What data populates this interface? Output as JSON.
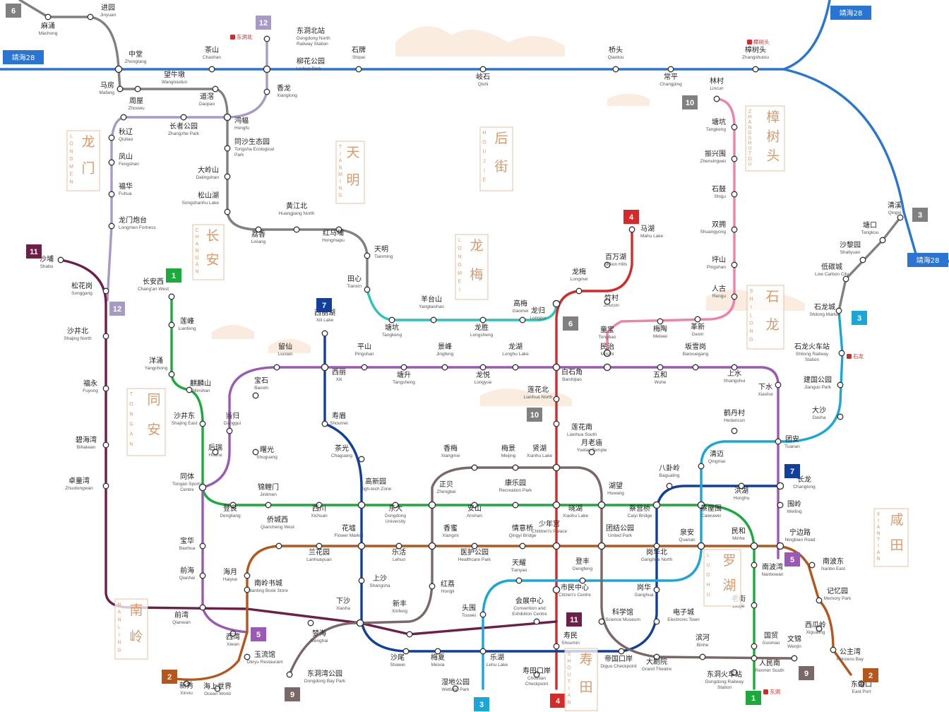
{
  "colors": {
    "bus": "#2a74d4",
    "l1": "#1daa3c",
    "l2": "#b5561c",
    "l3": "#1ba6d8",
    "l4": "#d42a2a",
    "l5": "#9b59b6",
    "l6": "#808080",
    "l7": "#123f9c",
    "l9": "#7a6868",
    "l10": "#ee82a8",
    "l11": "#6d1f48",
    "l12": "#a89ac6",
    "l6b": "#2cc2b8"
  },
  "icons": [
    "train-station-icon",
    "transfer-station-icon"
  ],
  "bus_labels": [
    {
      "id": "bus-left",
      "text": "靖海28"
    },
    {
      "id": "bus-top-right",
      "text": "靖海28"
    },
    {
      "id": "bus-right",
      "text": "靖海28"
    }
  ],
  "line_badges": [
    {
      "text": "6",
      "color": "#808080"
    },
    {
      "text": "12",
      "color": "#a89ac6"
    },
    {
      "text": "12",
      "color": "#a89ac6"
    },
    {
      "text": "10",
      "color": "#808080"
    },
    {
      "text": "3",
      "color": "#808080"
    },
    {
      "text": "11",
      "color": "#6d1f48"
    },
    {
      "text": "1",
      "color": "#1daa3c"
    },
    {
      "text": "7",
      "color": "#123f9c"
    },
    {
      "text": "4",
      "color": "#d42a2a"
    },
    {
      "text": "6",
      "color": "#808080"
    },
    {
      "text": "10",
      "color": "#808080"
    },
    {
      "text": "3",
      "color": "#1ba6d8"
    },
    {
      "text": "7",
      "color": "#123f9c"
    },
    {
      "text": "5",
      "color": "#9b59b6"
    },
    {
      "text": "11",
      "color": "#6d1f48"
    },
    {
      "text": "5",
      "color": "#9b59b6"
    },
    {
      "text": "2",
      "color": "#b5561c"
    },
    {
      "text": "9",
      "color": "#7a6868"
    },
    {
      "text": "3",
      "color": "#1ba6d8"
    },
    {
      "text": "4",
      "color": "#d42a2a"
    },
    {
      "text": "1",
      "color": "#1daa3c"
    },
    {
      "text": "9",
      "color": "#7a6868"
    },
    {
      "text": "2",
      "color": "#b5561c"
    }
  ],
  "terminals": [
    {
      "text": "东洞北"
    },
    {
      "text": "樟树头"
    },
    {
      "text": "石龙"
    },
    {
      "text": "东洞"
    }
  ],
  "districts": [
    {
      "cn": "龙门",
      "en": "LONGMEN"
    },
    {
      "cn": "长安",
      "en": "CHANGAN"
    },
    {
      "cn": "天明",
      "en": "TIANMING"
    },
    {
      "cn": "后街",
      "en": "HOUJIE"
    },
    {
      "cn": "龙梅",
      "en": "LONGMEI"
    },
    {
      "cn": "樟树头",
      "en": "ZHANGSHUTOU"
    },
    {
      "cn": "石龙",
      "en": "SHILONG"
    },
    {
      "cn": "同安",
      "en": "TONGAN"
    },
    {
      "cn": "南岭",
      "en": "NANLING"
    },
    {
      "cn": "罗湖",
      "en": "LUOHU"
    },
    {
      "cn": "咸田",
      "en": "XIANTIAN"
    },
    {
      "cn": "寿田",
      "en": "SHOUTIAN"
    }
  ],
  "stations": [
    {
      "cn": "麻涌",
      "en": "Machong"
    },
    {
      "cn": "进园",
      "en": "Jinyuan"
    },
    {
      "cn": "中堂",
      "en": "Zhongtang"
    },
    {
      "cn": "马房",
      "en": "Mafang"
    },
    {
      "cn": "望牛墩",
      "en": "Wangniudun"
    },
    {
      "cn": "道滘",
      "en": "Daojiao"
    },
    {
      "cn": "周屋",
      "en": "Zhouwu"
    },
    {
      "cn": "长者公园",
      "en": "Zhangzhe Park"
    },
    {
      "cn": "茶山",
      "en": "Chashan"
    },
    {
      "cn": "东洞北站",
      "en": "Dongdong North Railway Station"
    },
    {
      "cn": "柳花公园",
      "en": "Liuhua Park"
    },
    {
      "cn": "香龙",
      "en": "Xianglong"
    },
    {
      "cn": "鸿幅",
      "en": "Hongfu"
    },
    {
      "cn": "秋辽",
      "en": "Qiuliao"
    },
    {
      "cn": "凤山",
      "en": "Fengshan"
    },
    {
      "cn": "福华",
      "en": "Fuhua"
    },
    {
      "cn": "龙门炮台",
      "en": "Longmen Fortress"
    },
    {
      "cn": "同沙生态园",
      "en": "Tongsha Ecological Park"
    },
    {
      "cn": "大岭山",
      "en": "Dalingshan"
    },
    {
      "cn": "松山湖",
      "en": "Songshanhu Lake"
    },
    {
      "cn": "荔香",
      "en": "Lixiang"
    },
    {
      "cn": "黄江北",
      "en": "Huangjiang North"
    },
    {
      "cn": "红马埔",
      "en": "Hongmapu"
    },
    {
      "cn": "天明",
      "en": "Tianming"
    },
    {
      "cn": "田心",
      "en": "Tianxin"
    },
    {
      "cn": "石牌",
      "en": "Shipai"
    },
    {
      "cn": "岐石",
      "en": "Qishi"
    },
    {
      "cn": "桥头",
      "en": "Qiaotou"
    },
    {
      "cn": "常平",
      "en": "Changping"
    },
    {
      "cn": "樟树头",
      "en": "Zhangshutou"
    },
    {
      "cn": "林村",
      "en": "Lincun"
    },
    {
      "cn": "塘坑",
      "en": "Tangkeng"
    },
    {
      "cn": "振兴围",
      "en": "Zhenxingwei"
    },
    {
      "cn": "石鼓",
      "en": "Shigu"
    },
    {
      "cn": "双拥",
      "en": "Shuangyong"
    },
    {
      "cn": "坪山",
      "en": "Pingshan"
    },
    {
      "cn": "人古",
      "en": "Rengu"
    },
    {
      "cn": "清溪",
      "en": "Qingxi"
    },
    {
      "cn": "塘口",
      "en": "Tangkou"
    },
    {
      "cn": "沙黎园",
      "en": "Shaliyuan"
    },
    {
      "cn": "低碳城",
      "en": "Low Carbon City"
    },
    {
      "cn": "石龙城",
      "en": "Shilong Market"
    },
    {
      "cn": "马湖",
      "en": "Mahu Lake"
    },
    {
      "cn": "百万湖",
      "en": "Million Hills"
    },
    {
      "cn": "龙梅",
      "en": "Longmei"
    },
    {
      "cn": "竹村",
      "en": "Zhucun"
    },
    {
      "cn": "沙埔",
      "en": "Shabu"
    },
    {
      "cn": "松花岗",
      "en": "Songgang"
    },
    {
      "cn": "沙井北",
      "en": "Shajing North"
    },
    {
      "cn": "福永",
      "en": "Fuyong"
    },
    {
      "cn": "碧海湾",
      "en": "Bihaiwan"
    },
    {
      "cn": "卓童湾",
      "en": "Zhuotongwan"
    },
    {
      "cn": "长安西",
      "en": "Chang'an West"
    },
    {
      "cn": "莲峰",
      "en": "Lianfeng"
    },
    {
      "cn": "洋涌",
      "en": "Yangchong"
    },
    {
      "cn": "麒麟山",
      "en": "Qilinshan"
    },
    {
      "cn": "沙井东",
      "en": "Shajing East"
    },
    {
      "cn": "同体",
      "en": "Tongan Sports Centre"
    },
    {
      "cn": "后瑞",
      "en": "Hourui"
    },
    {
      "cn": "西丽湖",
      "en": "Xili Lake"
    },
    {
      "cn": "塘坑",
      "en": "Tangkeng"
    },
    {
      "cn": "羊台山",
      "en": "Yangtaishan"
    },
    {
      "cn": "龙胜",
      "en": "Longsheng"
    },
    {
      "cn": "高梅",
      "en": "Gaomei"
    },
    {
      "cn": "龙归",
      "en": "Longgui"
    },
    {
      "cn": "童宝",
      "en": "Tongbao"
    },
    {
      "cn": "梅陶",
      "en": "Meiwei"
    },
    {
      "cn": "革新",
      "en": "Gexin"
    },
    {
      "cn": "留仙",
      "en": "Liuxian"
    },
    {
      "cn": "平山",
      "en": "Pingshan"
    },
    {
      "cn": "景峰",
      "en": "Jingfeng"
    },
    {
      "cn": "龙湖",
      "en": "Longhu Lake"
    },
    {
      "cn": "民治",
      "en": "Minzhi"
    },
    {
      "cn": "坂雪岗",
      "en": "Banxuegang"
    },
    {
      "cn": "西丽",
      "en": "Xili"
    },
    {
      "cn": "塘升",
      "en": "Tangsheng"
    },
    {
      "cn": "龙悦",
      "en": "Longyue"
    },
    {
      "cn": "白石角",
      "en": "Baishijiao"
    },
    {
      "cn": "五和",
      "en": "Wuhe"
    },
    {
      "cn": "上水",
      "en": "Shangshui"
    },
    {
      "cn": "下水",
      "en": "Xiashui"
    },
    {
      "cn": "宝石",
      "en": "Baoshi"
    },
    {
      "cn": "当归",
      "en": "Danggui"
    },
    {
      "cn": "曙光",
      "en": "Shuguang"
    },
    {
      "cn": "寿眉",
      "en": "Shoumei"
    },
    {
      "cn": "莲花北",
      "en": "Lianhua North"
    },
    {
      "cn": "莲花南",
      "en": "Lianhua South"
    },
    {
      "cn": "月老庙",
      "en": "Yuelao Temple"
    },
    {
      "cn": "石龙火车站",
      "en": "Shilong Railway Station"
    },
    {
      "cn": "建国公园",
      "en": "Jianguo Park"
    },
    {
      "cn": "大沙",
      "en": "Dasha"
    },
    {
      "cn": "鹤丹村",
      "en": "Hedancun"
    },
    {
      "cn": "团安",
      "en": "Tuanan"
    },
    {
      "cn": "茶光",
      "en": "Chaguang"
    },
    {
      "cn": "香梅",
      "en": "Xiangmei"
    },
    {
      "cn": "梅景",
      "en": "Meijing"
    },
    {
      "cn": "贤湖",
      "en": "Xianhu Lake"
    },
    {
      "cn": "清迈",
      "en": "Qingmai"
    },
    {
      "cn": "八卦岭",
      "en": "Bagualing"
    },
    {
      "cn": "长龙",
      "en": "Changlong"
    },
    {
      "cn": "洪湖",
      "en": "Honghu"
    },
    {
      "cn": "锦鲤门",
      "en": "Jinlimen"
    },
    {
      "cn": "高新园",
      "en": "High-tech Zone"
    },
    {
      "cn": "正贝",
      "en": "Zhengbei"
    },
    {
      "cn": "康乐园",
      "en": "Recreation Park"
    },
    {
      "cn": "湖望",
      "en": "Huwang"
    },
    {
      "cn": "登良",
      "en": "Dengliang"
    },
    {
      "cn": "西川",
      "en": "Xichuan"
    },
    {
      "cn": "东大",
      "en": "Dongdong University"
    },
    {
      "cn": "安山",
      "en": "Anshan"
    },
    {
      "cn": "晓湖",
      "en": "Xiaohu Lake"
    },
    {
      "cn": "蔡营桥",
      "en": "Caiyi Bridge"
    },
    {
      "cn": "蔡屋围",
      "en": "Caiwuwei"
    },
    {
      "cn": "围岭",
      "en": "Weiling"
    },
    {
      "cn": "侨城西",
      "en": "Qiancheng West"
    },
    {
      "cn": "花墟",
      "en": "Flower Market"
    },
    {
      "cn": "香蜜",
      "en": "Xiangmi"
    },
    {
      "cn": "情意桥",
      "en": "Qingyi Bridge"
    },
    {
      "cn": "少年宫",
      "en": "Children's Palace"
    },
    {
      "cn": "团结公园",
      "en": "United Park"
    },
    {
      "cn": "泉安",
      "en": "Quanan"
    },
    {
      "cn": "民和",
      "en": "Minhe"
    },
    {
      "cn": "宁边路",
      "en": "Ningbian Road"
    },
    {
      "cn": "兰花园",
      "en": "Lanhuayuan"
    },
    {
      "cn": "乐活",
      "en": "Lehuo"
    },
    {
      "cn": "医护公园",
      "en": "Healthcare Park"
    },
    {
      "cn": "岗华北",
      "en": "Ganghua North"
    },
    {
      "cn": "南波湾",
      "en": "Nanbowan"
    },
    {
      "cn": "南波东",
      "en": "Nanbo East"
    },
    {
      "cn": "宝华",
      "en": "Baohua"
    },
    {
      "cn": "前海",
      "en": "Qianhai"
    },
    {
      "cn": "海月",
      "en": "Haiyue"
    },
    {
      "cn": "南岭书城",
      "en": "Nanling Book Store"
    },
    {
      "cn": "上沙",
      "en": "Shangsha"
    },
    {
      "cn": "天耀",
      "en": "Tianyao"
    },
    {
      "cn": "登丰",
      "en": "Dengfeng"
    },
    {
      "cn": "红荔",
      "en": "Hongli"
    },
    {
      "cn": "市民中心",
      "en": "Citizen's Centre"
    },
    {
      "cn": "岗华",
      "en": "Ganghua"
    },
    {
      "cn": "老街",
      "en": "Laojie"
    },
    {
      "cn": "记忆园",
      "en": "Memory Park"
    },
    {
      "cn": "前湾",
      "en": "Qianwan"
    },
    {
      "cn": "下沙",
      "en": "Xiasha"
    },
    {
      "cn": "新丰",
      "en": "Xinfeng"
    },
    {
      "cn": "头围",
      "en": "Touwei"
    },
    {
      "cn": "会展中心",
      "en": "Convention and Exhibition Centre"
    },
    {
      "cn": "科学馆",
      "en": "Science Museum"
    },
    {
      "cn": "电子城",
      "en": "Electronic Town"
    },
    {
      "cn": "西瓜岭",
      "en": "Xigualing"
    },
    {
      "cn": "西湾",
      "en": "Xiwan"
    },
    {
      "cn": "梦海",
      "en": "Menghai"
    },
    {
      "cn": "寿民",
      "en": "Shoumin"
    },
    {
      "cn": "滨河",
      "en": "Binhe"
    },
    {
      "cn": "国贸",
      "en": "Guomao"
    },
    {
      "cn": "文锦",
      "en": "Wenjin"
    },
    {
      "cn": "玉流馆",
      "en": "Okryu Restaurant"
    },
    {
      "cn": "沙尾",
      "en": "Shawei"
    },
    {
      "cn": "梅夏",
      "en": "Meixia"
    },
    {
      "cn": "乐湖",
      "en": "Lehu Lake"
    },
    {
      "cn": "帝国口岸",
      "en": "Diguo Checkpoint"
    },
    {
      "cn": "大剧院",
      "en": "Grand Theatre"
    },
    {
      "cn": "人民南",
      "en": "Renmin South"
    },
    {
      "cn": "公主湾",
      "en": "Princess Bay"
    },
    {
      "cn": "东洞湾公园",
      "en": "Dongdong Bay Park"
    },
    {
      "cn": "湿地公园",
      "en": "Wetland Park"
    },
    {
      "cn": "寿田口岸",
      "en": "Choutian Checkpoint"
    },
    {
      "cn": "东洞火车站",
      "en": "Dongdong Railway Station"
    },
    {
      "cn": "新秀",
      "en": "Xinxiu"
    },
    {
      "cn": "海上世界",
      "en": "Ocean World"
    },
    {
      "cn": "东港口",
      "en": "East Port"
    }
  ]
}
